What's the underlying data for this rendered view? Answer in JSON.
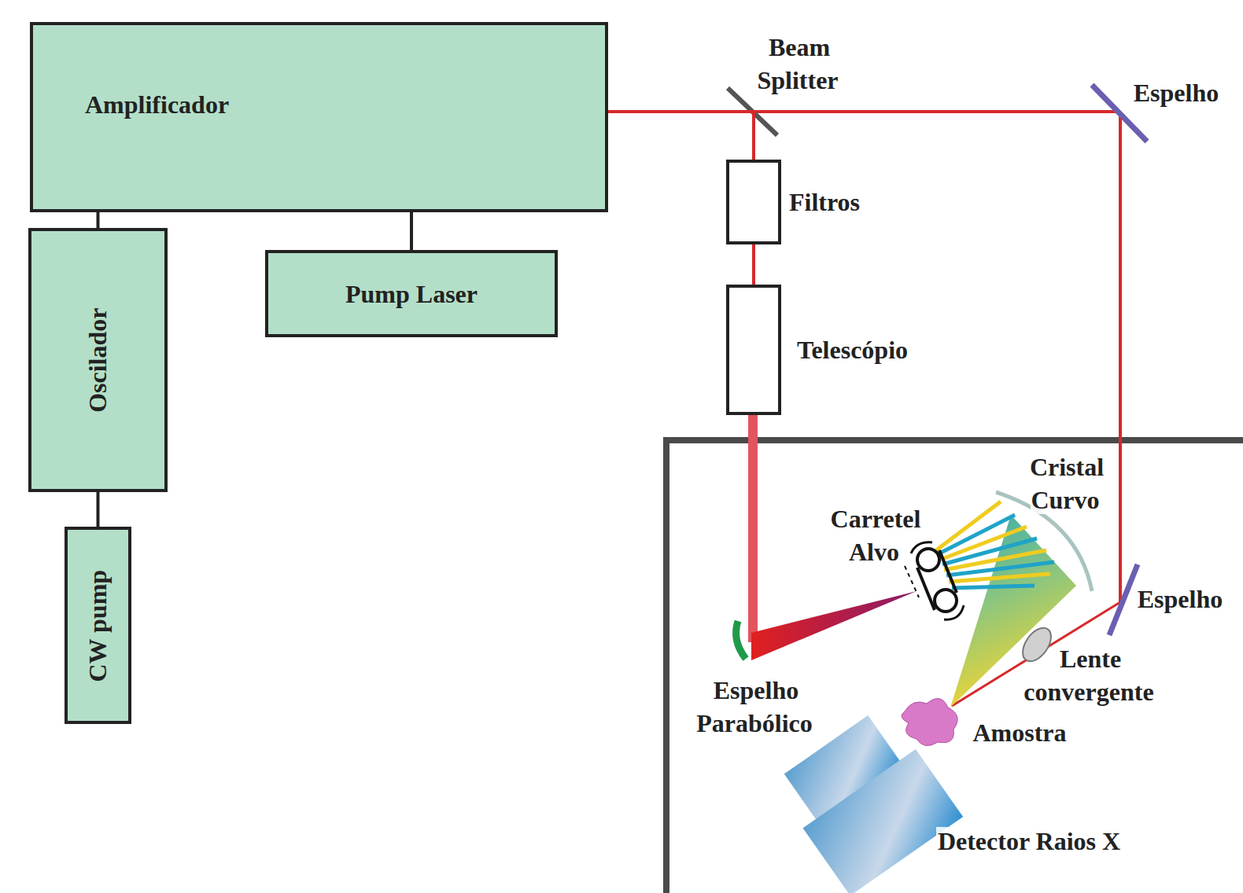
{
  "diagram": {
    "nodes": [
      {
        "text": [
          "Amplificador"
        ]
      },
      {
        "text": [
          "Oscilador"
        ]
      },
      {
        "text": [
          "Pump Laser"
        ]
      },
      {
        "text": [
          "CW pump"
        ]
      },
      {
        "text": [
          "Filtros"
        ]
      },
      {
        "text": [
          "Telescópio"
        ]
      }
    ],
    "edges": [
      {
        "from": 1,
        "to": 0,
        "arrow": "none"
      },
      {
        "from": 2,
        "to": 0,
        "arrow": "none"
      },
      {
        "from": 3,
        "to": 1,
        "arrow": "none"
      },
      {
        "from": 0,
        "to": 4,
        "arrow": "none"
      },
      {
        "from": 4,
        "to": 5,
        "arrow": "none"
      }
    ],
    "labels": [
      "Beam Splitter",
      "Espelho",
      "Cristal Curvo",
      "Carretel Alvo",
      "Espelho",
      "Lente convergente",
      "Espelho Parabólico",
      "Amostra",
      "Detector Raios X"
    ]
  }
}
